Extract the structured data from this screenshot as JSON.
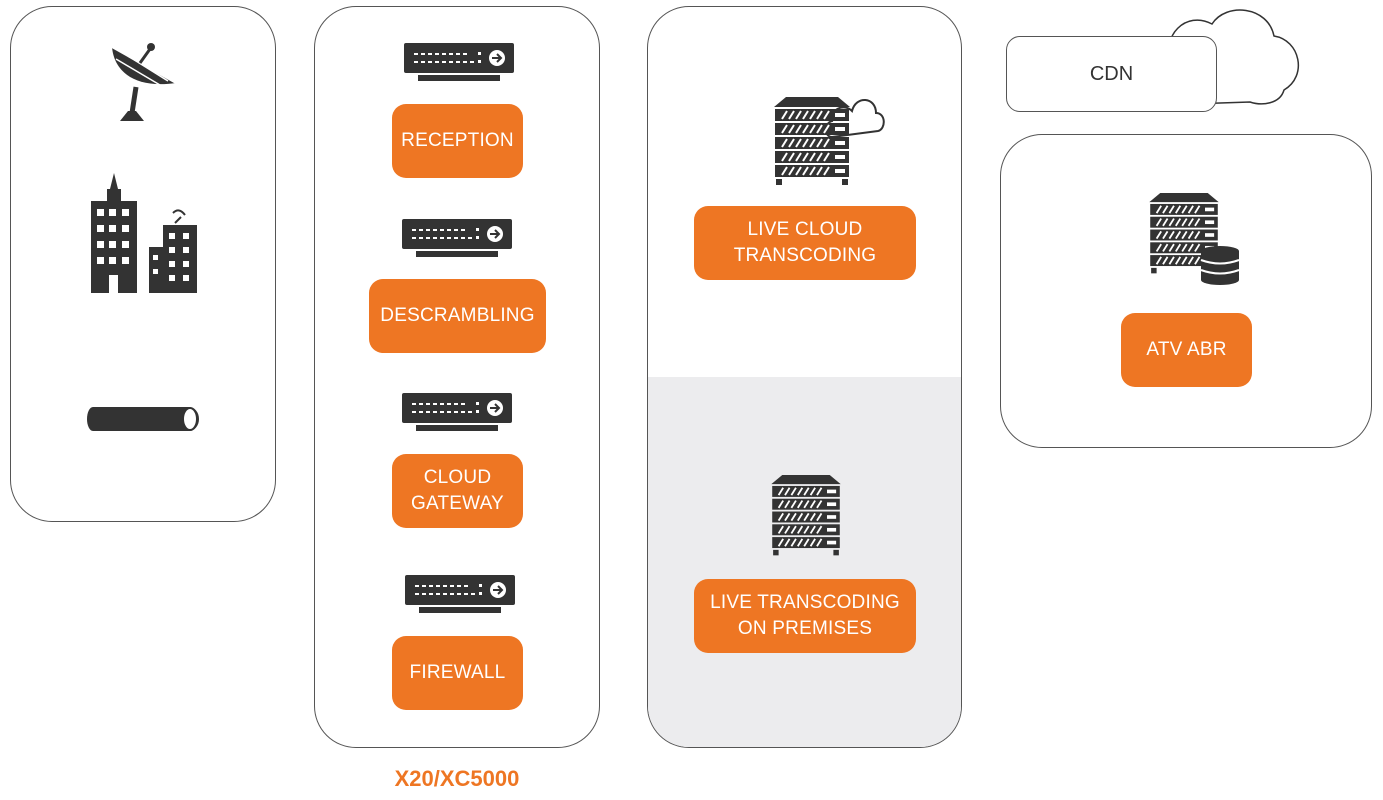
{
  "colors": {
    "accent": "#ee7623",
    "icon": "#333333",
    "border": "#555555",
    "onprem_bg": "#ececee"
  },
  "sources": {
    "icons": [
      "satellite-dish-icon",
      "buildings-icon",
      "cable-pipe-icon"
    ]
  },
  "appliance": {
    "modules": [
      {
        "label": "RECEPTION"
      },
      {
        "label": "DESCRAMBLING"
      },
      {
        "label": "CLOUD\nGATEWAY"
      },
      {
        "label": "FIREWALL"
      }
    ],
    "caption": "X20/XC5000"
  },
  "transcoding": {
    "cloud_label": "LIVE CLOUD\nTRANSCODING",
    "onprem_label": "LIVE TRANSCODING\nON PREMISES"
  },
  "delivery": {
    "cdn_label": "CDN",
    "abr_label": "ATV ABR"
  }
}
